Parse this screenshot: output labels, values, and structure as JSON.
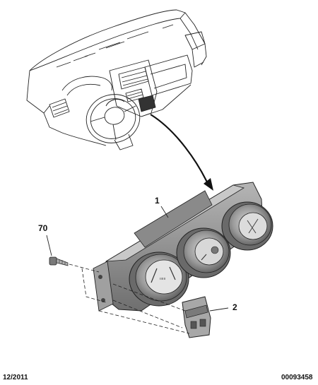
{
  "callouts": {
    "control_panel": "1",
    "bracket": "2",
    "screw": "70"
  },
  "footer": {
    "date": "12/2011",
    "reference": "00093458"
  },
  "colors": {
    "line": "#222222",
    "part_fill": "#9a9a9a",
    "part_dark": "#5a5a5a",
    "part_light": "#c8c8c8",
    "background": "#ffffff"
  }
}
